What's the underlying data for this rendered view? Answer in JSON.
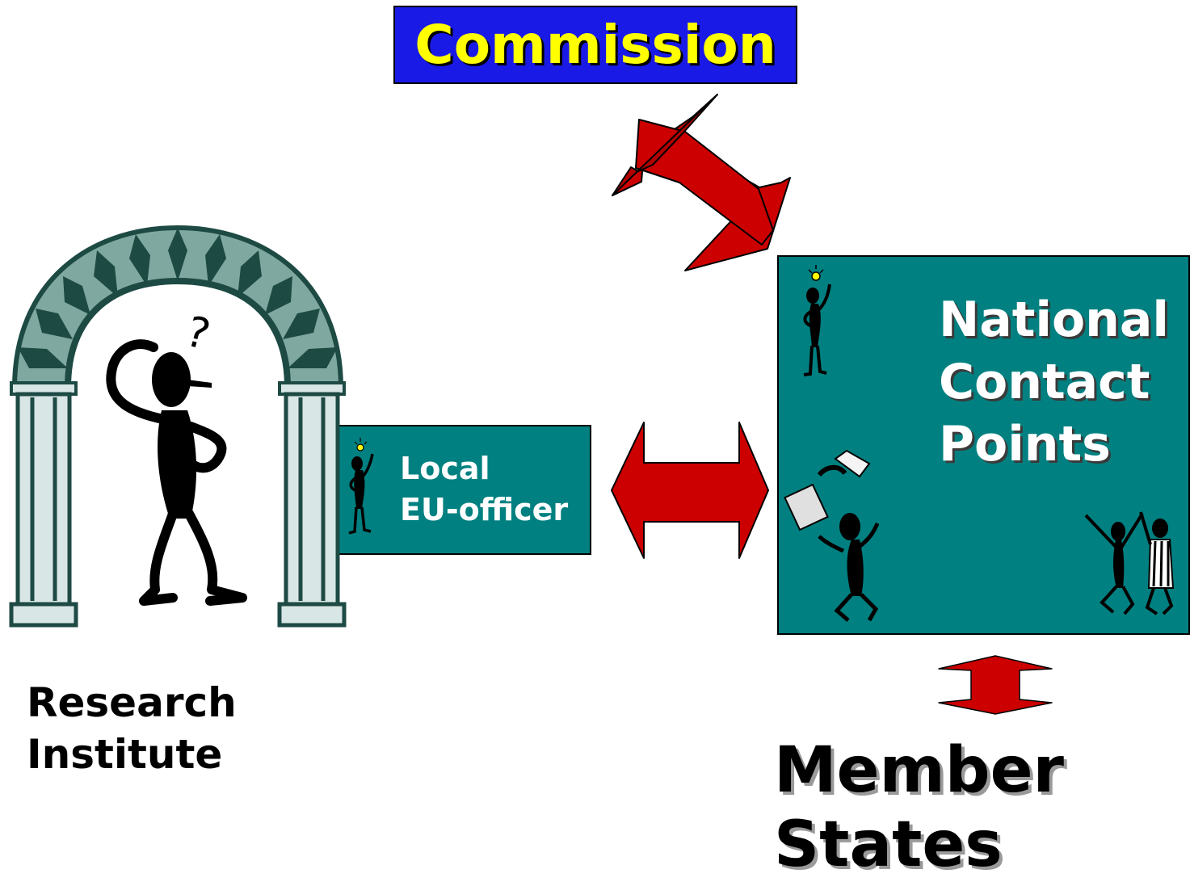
{
  "commission": {
    "label": "Commission"
  },
  "national_contact_points": {
    "lines": [
      "National",
      "Contact",
      "Points"
    ]
  },
  "local_officer": {
    "lines": [
      "Local",
      "EU-officer"
    ]
  },
  "research_institute": {
    "lines": [
      "Research",
      "Institute"
    ]
  },
  "member_states": {
    "lines": [
      "Member",
      "States"
    ]
  },
  "colors": {
    "commission_fill": "#1a1ae6",
    "commission_text": "#ffff00",
    "teal_box": "#008080",
    "arrow_red": "#cc0000",
    "arch_stone": "#7fa8a0",
    "arch_dark": "#1e4a44",
    "pillar": "#d9e6e6"
  }
}
